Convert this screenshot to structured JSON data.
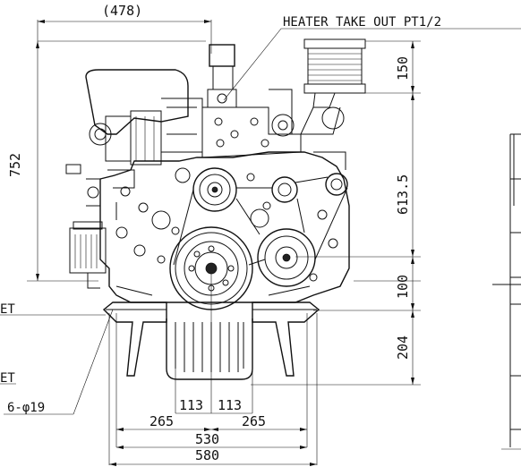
{
  "drawing": {
    "dims": {
      "top_width": "(478)",
      "height_overall": "752",
      "pulley_top": "150",
      "crank_to_mount": "613.5",
      "mount_offset": "100",
      "mount_to_base": "204",
      "bolt_half_left": "113",
      "bolt_half_right": "113",
      "mount_half_left": "265",
      "mount_half_right": "265",
      "mount_span": "530",
      "base_width": "580"
    },
    "callouts": {
      "heater": "HEATER TAKE OUT PT1/2",
      "bolt_holes": "6-φ19",
      "label_et_upper": "ET",
      "label_et_lower": "ET"
    }
  }
}
